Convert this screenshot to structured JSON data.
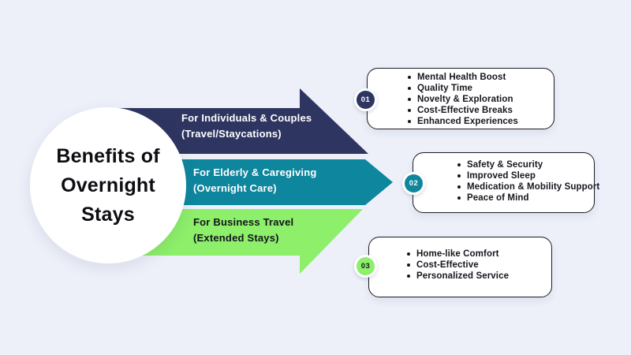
{
  "page": {
    "background_color": "#edf0f9",
    "title_text": "Benefits of Overnight Stays"
  },
  "hub": {
    "title_lines": [
      "Benefits of",
      "Overnight",
      "Stays"
    ]
  },
  "colors": {
    "navy": "#2e3561",
    "teal": "#0e869d",
    "green": "#8def6a",
    "box_background": "#ffffff",
    "box_border": "#1a1a24",
    "light_text": "#ffffff",
    "dark_text": "#14141c"
  },
  "sections": [
    {
      "badge": "01",
      "color": "#2e3561",
      "arrow_label": [
        "For Individuals & Couples",
        "(Travel/Staycations)"
      ],
      "items": [
        "Mental Health Boost",
        "Quality Time",
        "Novelty & Exploration",
        "Cost-Effective Breaks",
        "Enhanced Experiences"
      ]
    },
    {
      "badge": "02",
      "color": "#0e869d",
      "arrow_label": [
        "For Elderly & Caregiving",
        "(Overnight Care)"
      ],
      "items": [
        "Safety & Security",
        "Improved Sleep",
        "Medication & Mobility Support",
        "Peace of Mind"
      ]
    },
    {
      "badge": "03",
      "color": "#8def6a",
      "arrow_label": [
        "For Business Travel",
        "(Extended Stays)"
      ],
      "items": [
        "Home-like Comfort",
        "Cost-Effective",
        "Personalized Service"
      ]
    }
  ]
}
